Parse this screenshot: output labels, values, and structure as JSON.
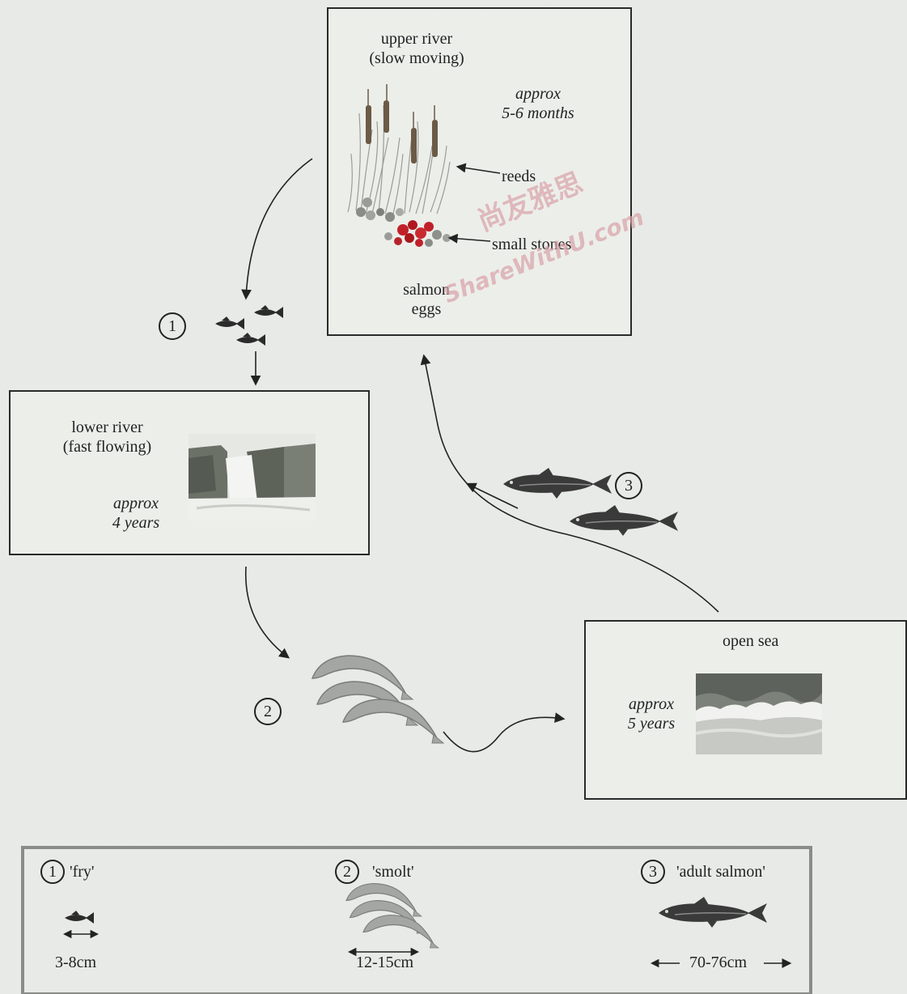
{
  "upper_river": {
    "title_line1": "upper river",
    "title_line2": "(slow moving)",
    "duration_line1": "approx",
    "duration_line2": "5-6 months",
    "reeds_label": "reeds",
    "stones_label": "small stones",
    "eggs_line1": "salmon",
    "eggs_line2": "eggs"
  },
  "lower_river": {
    "title_line1": "lower river",
    "title_line2": "(fast flowing)",
    "duration_line1": "approx",
    "duration_line2": "4 years"
  },
  "open_sea": {
    "title": "open sea",
    "duration_line1": "approx",
    "duration_line2": "5 years"
  },
  "stage_markers": {
    "one": "1",
    "two": "2",
    "three": "3"
  },
  "legend": {
    "fry": {
      "num": "1",
      "name": "'fry'",
      "size": "3-8cm"
    },
    "smolt": {
      "num": "2",
      "name": "'smolt'",
      "size": "12-15cm"
    },
    "adult": {
      "num": "3",
      "name": "'adult salmon'",
      "size": "70-76cm"
    }
  },
  "watermark": {
    "text1": "尚友雅思",
    "text2": "ShareWithU.com"
  },
  "colors": {
    "ink": "#222222",
    "fish_dark": "#3a3a3a",
    "smolt": "#9a9c9a",
    "egg_red": "#c0202a",
    "watermark": "#d9a2a8"
  }
}
